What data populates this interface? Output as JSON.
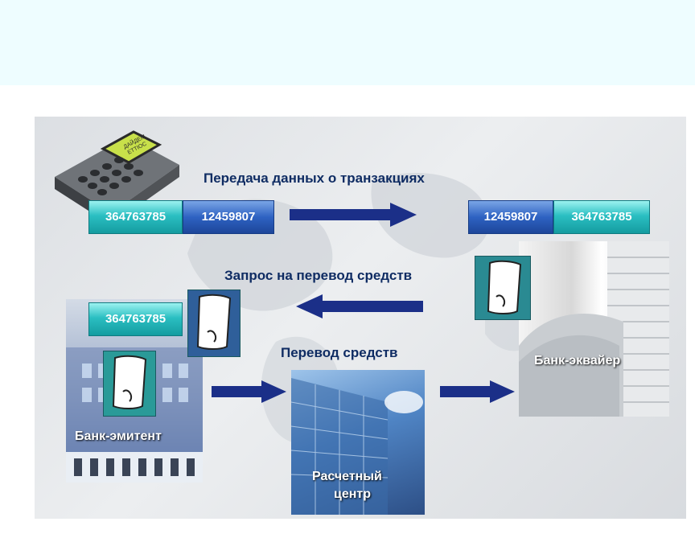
{
  "labels": {
    "data_transfer": "Передача данных о транзакциях",
    "transfer_request": "Запрос на перевод средств",
    "funds_transfer": "Перевод средств"
  },
  "terminal_bar": {
    "left": "364763785",
    "right": "12459807"
  },
  "acquirer_bar": {
    "left": "12459807",
    "right": "364763785"
  },
  "issuer_bar": {
    "value": "364763785"
  },
  "buildings": {
    "issuer": "Банк-эмитент",
    "acquirer": "Банк-эквайер",
    "clearing_line1": "Расчетный",
    "clearing_line2": "центр"
  },
  "terminal_screen": {
    "line1": "ДАЙДЕМ",
    "line2": "ETTIOC"
  }
}
